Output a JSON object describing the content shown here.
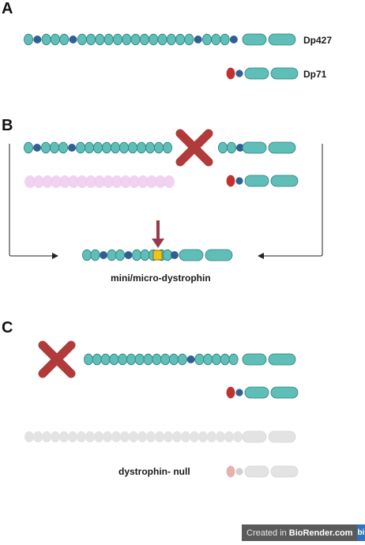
{
  "panels": {
    "a": "A",
    "b": "B",
    "c": "C"
  },
  "isoforms": {
    "full": "Dp427",
    "short": "Dp71"
  },
  "captions": {
    "mini": "mini/micro-dystrophin",
    "null": "dystrophin- null"
  },
  "badge": {
    "prefix": "Created in",
    "brand": "BioRender.com",
    "logo": "bio"
  },
  "colors": {
    "teal": "#5fbfb8",
    "teal_stroke": "#2a7f7b",
    "hinge_blue": "#2f5f93",
    "actin_red": "#c0312f",
    "cross_red": "#b13a3a",
    "arrow_red": "#9a3a47",
    "insert_yellow": "#f0c419",
    "ghost_pink": "#eecbee",
    "null_grey": "#e3e3e3",
    "null_red": "#e9b0b0"
  }
}
